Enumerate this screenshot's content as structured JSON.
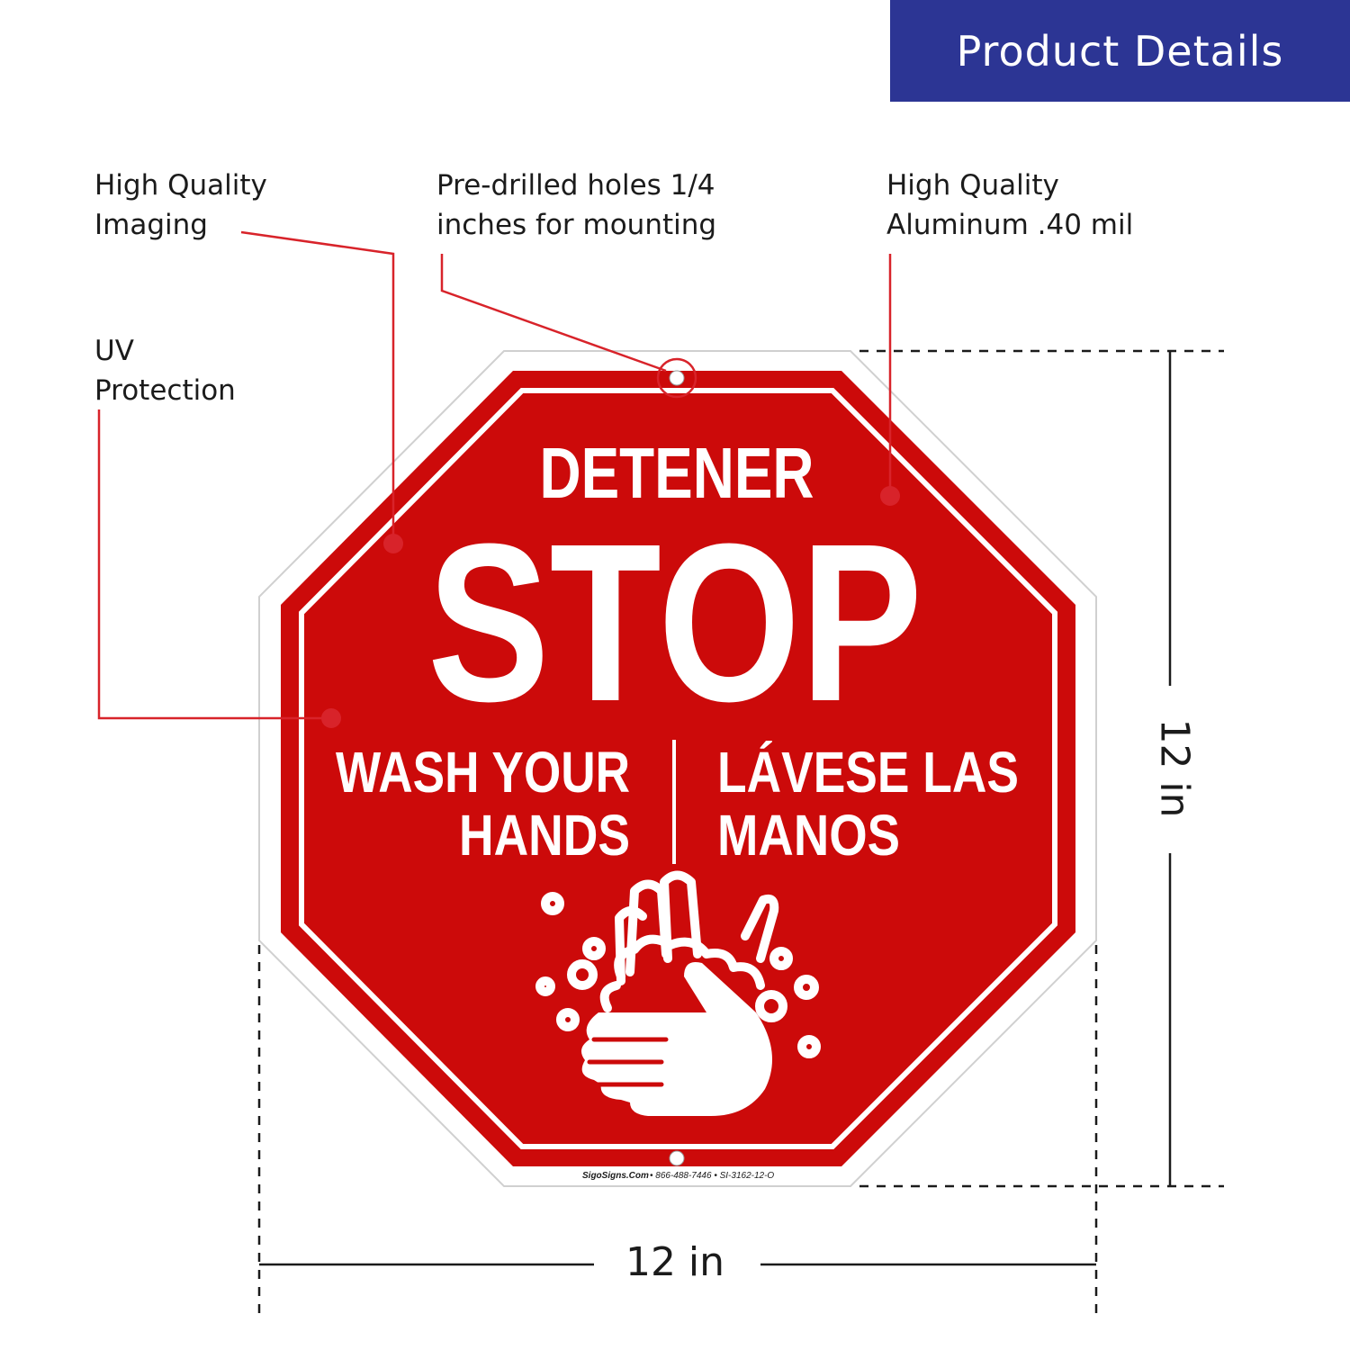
{
  "header": {
    "title": "Product Details"
  },
  "callouts": {
    "imaging": [
      "High Quality",
      "Imaging"
    ],
    "holes": [
      "Pre-drilled holes 1/4",
      "inches for mounting"
    ],
    "aluminum": [
      "High Quality",
      "Aluminum .40 mil"
    ],
    "uv": [
      "UV",
      "Protection"
    ]
  },
  "sign": {
    "line1": "DETENER",
    "line2": "STOP",
    "left_text": [
      "WASH YOUR",
      "HANDS"
    ],
    "right_text": [
      "LÁVESE LAS",
      "MANOS"
    ],
    "footer_brand": "SigoSigns.Com",
    "footer_info": "• 866-488-7446 • SI-3162-12-O",
    "colors": {
      "red": "#cc0a0a",
      "white": "#ffffff"
    },
    "icon": "hand-washing-icon"
  },
  "dimensions": {
    "width": "12 in",
    "height": "12 in"
  },
  "colors": {
    "header": "#2c3594",
    "leader": "#d8232a",
    "text": "#1b1b1b"
  }
}
